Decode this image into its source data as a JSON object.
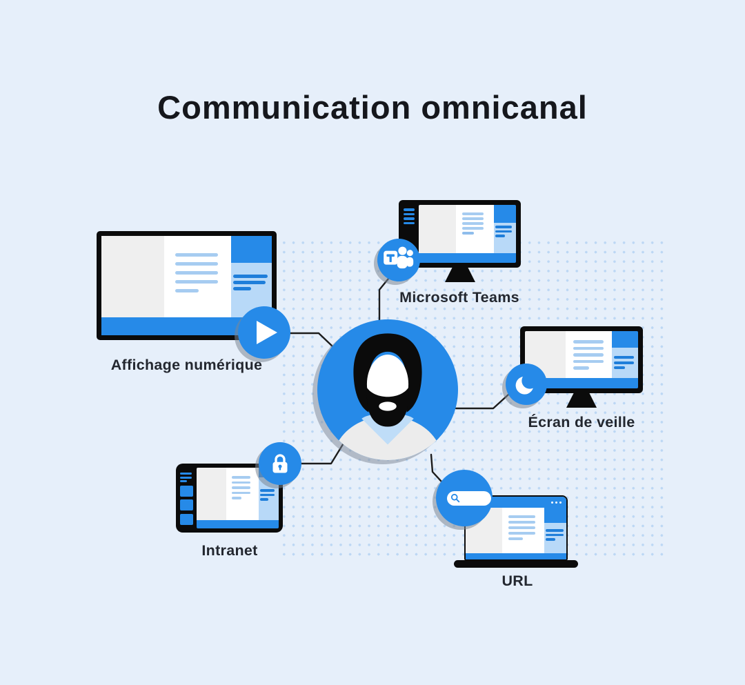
{
  "title": "Communication omnicanal",
  "channels": {
    "affichage": {
      "label": "Affichage numérique",
      "icon": "play-icon",
      "device": "tv"
    },
    "teams": {
      "label": "Microsoft Teams",
      "icon": "teams-icon",
      "device": "desktop-monitor"
    },
    "veille": {
      "label": "Écran de veille",
      "icon": "moon-icon",
      "device": "desktop-monitor"
    },
    "intranet": {
      "label": "Intranet",
      "icon": "lock-icon",
      "device": "tablet"
    },
    "url": {
      "label": "URL",
      "icon": "search-icon",
      "device": "laptop"
    }
  },
  "colors": {
    "background": "#E6EFFA",
    "primary_blue": "#268AE8",
    "light_blue_panel": "#B8D9F8",
    "light_blue_line": "#A6CCF1",
    "dark_blue_line": "#1E7EDA",
    "panel_gray": "#EFEFEF",
    "frame_black": "#0B0B0B",
    "connector_black": "#1C1C1C"
  }
}
